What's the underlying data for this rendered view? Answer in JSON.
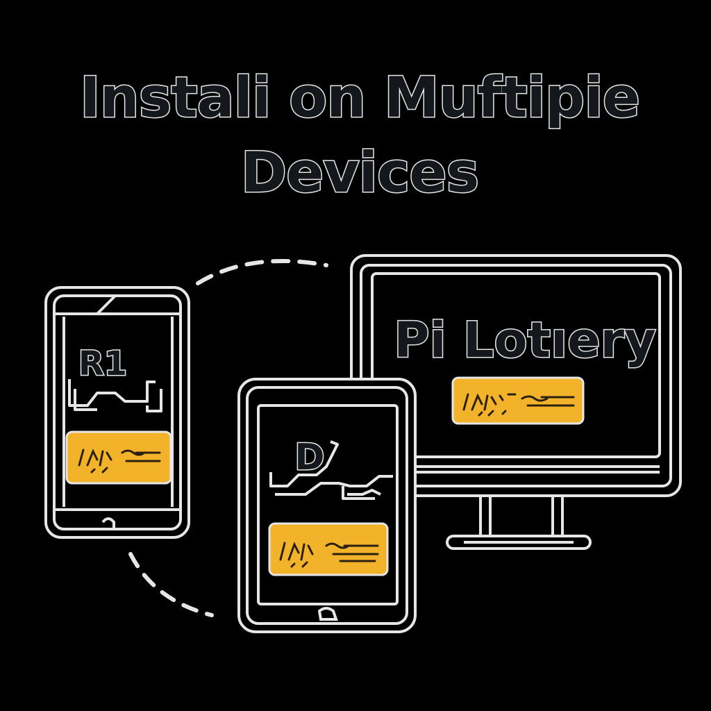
{
  "colors": {
    "background": "#000000",
    "outline": "#e6e6e6",
    "title_fill": "#14181d",
    "accent": "#f2b229",
    "accent_text": "#2a2010"
  },
  "title": {
    "line1": "Instali on Muftipie",
    "line2": "Devices"
  },
  "phone": {
    "logo_text": "R1",
    "button_icon": "scribble-button-icon"
  },
  "tablet": {
    "logo_text": "D",
    "button_icon": "scribble-button-icon"
  },
  "monitor": {
    "brand_text": "Pi Lotıery",
    "button_icon": "scribble-button-icon"
  },
  "connectors": {
    "icon": "dashed-arc-icon"
  }
}
